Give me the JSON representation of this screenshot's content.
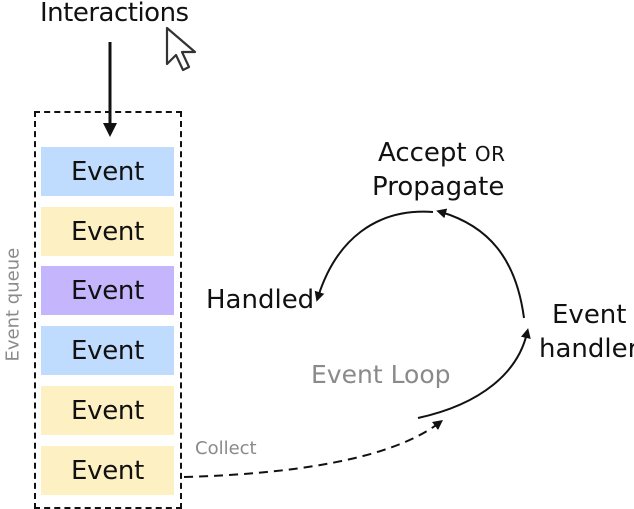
{
  "title": "Interactions",
  "queue": {
    "label": "Event queue",
    "events": [
      {
        "label": "Event",
        "color": "#bfdbfe"
      },
      {
        "label": "Event",
        "color": "#fdf0c2"
      },
      {
        "label": "Event",
        "color": "#c4b5fd"
      },
      {
        "label": "Event",
        "color": "#bfdbfe"
      },
      {
        "label": "Event",
        "color": "#fdf0c2"
      },
      {
        "label": "Event",
        "color": "#fdf0c2"
      }
    ]
  },
  "loop": {
    "accept": "Accept",
    "or": "OR",
    "propagate": "Propagate",
    "handled": "Handled",
    "handler_line1": "Event",
    "handler_line2": "handler",
    "name": "Event Loop",
    "collect": "Collect"
  },
  "icons": {
    "cursor": "mouse-pointer-icon"
  },
  "colors": {
    "stroke": "#111111",
    "muted_text": "#8a8a8a"
  }
}
